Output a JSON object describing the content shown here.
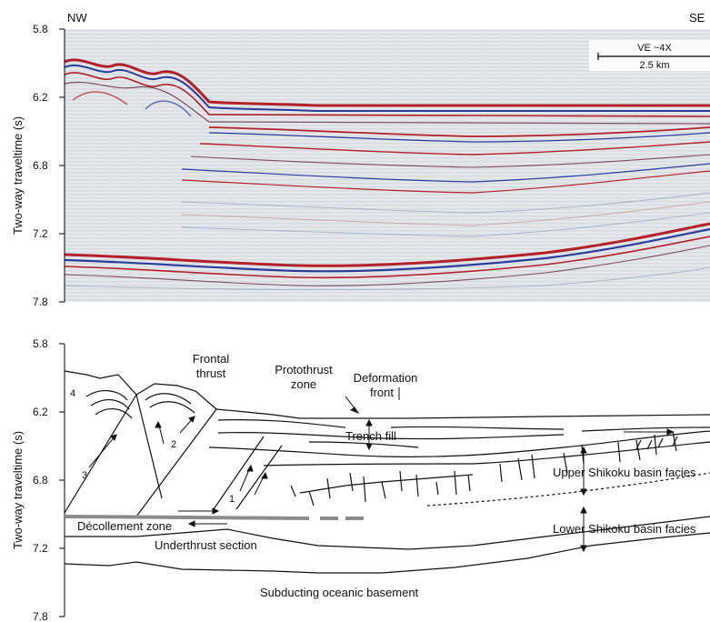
{
  "top_panel": {
    "left_label": "NW",
    "right_label": "SE",
    "y_axis_label": "Two-way traveltime (s)",
    "y_ticks": [
      "5.8",
      "6.2",
      "6.8",
      "7.2",
      "7.8"
    ],
    "scale_bar": {
      "line1": "VE ~4X",
      "line2": "2.5 km"
    },
    "colors": {
      "positive": "#b3202a",
      "negative": "#2a3c9c",
      "background": "#e8ecef"
    }
  },
  "bottom_panel": {
    "y_axis_label": "Two-way traveltime (s)",
    "y_ticks": [
      "5.8",
      "6.2",
      "6.8",
      "7.2",
      "7.8"
    ],
    "labels": {
      "frontal_thrust_1": "Frontal",
      "frontal_thrust_2": "thrust",
      "protothrust_1": "Protothrust",
      "protothrust_2": "zone",
      "deformation_1": "Deformation",
      "deformation_2": "front",
      "trench_fill": "Trench fill",
      "upper_shikoku": "Upper Shikoku basin facies",
      "lower_shikoku": "Lower Shikoku basin facies",
      "decollement": "Décollement zone",
      "underthrust": "Underthrust section",
      "basement": "Subducting oceanic basement"
    },
    "thrust_numbers": [
      "1",
      "2",
      "3",
      "4"
    ]
  }
}
